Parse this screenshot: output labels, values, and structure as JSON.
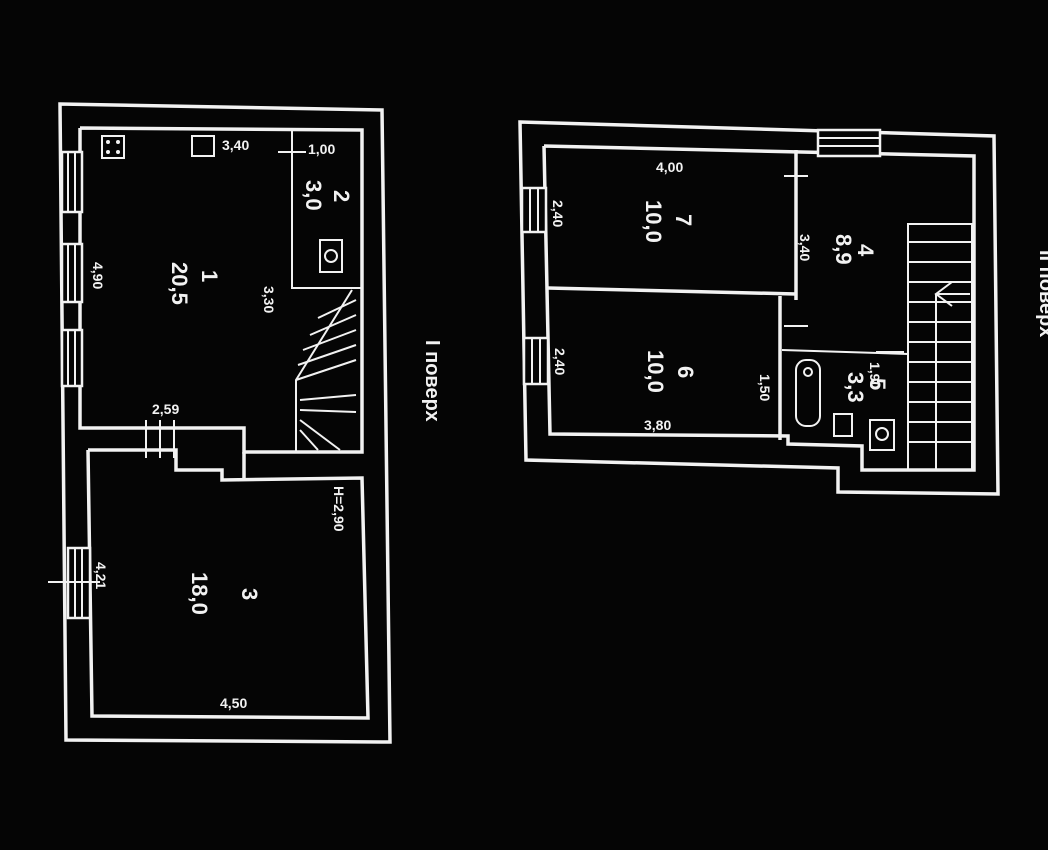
{
  "floor_plans": {
    "floor1": {
      "caption": "I поверх",
      "height_note": "H=2,90",
      "rooms": [
        {
          "number": "1",
          "area": "20,5"
        },
        {
          "number": "2",
          "area": "3,0"
        },
        {
          "number": "3",
          "area": "18,0"
        }
      ],
      "dimensions": {
        "d_340": "3,40",
        "d_100": "1,00",
        "d_490": "4,90",
        "d_330": "3,30",
        "d_259": "2,59",
        "d_421": "4,21",
        "d_450": "4,50"
      }
    },
    "floor2": {
      "caption": "II поверх",
      "rooms": [
        {
          "number": "7",
          "area": "10,0"
        },
        {
          "number": "6",
          "area": "10,0"
        },
        {
          "number": "4",
          "area": "8,9"
        },
        {
          "number": "5",
          "area": "3,3"
        }
      ],
      "dimensions": {
        "d_400": "4,00",
        "d_240_a": "2,40",
        "d_240_b": "2,40",
        "d_340": "3,40",
        "d_150": "1,50",
        "d_380": "3,80",
        "d_190": "1,90"
      }
    }
  },
  "colors": {
    "background": "#050505",
    "lines": "#f2f2f2"
  }
}
